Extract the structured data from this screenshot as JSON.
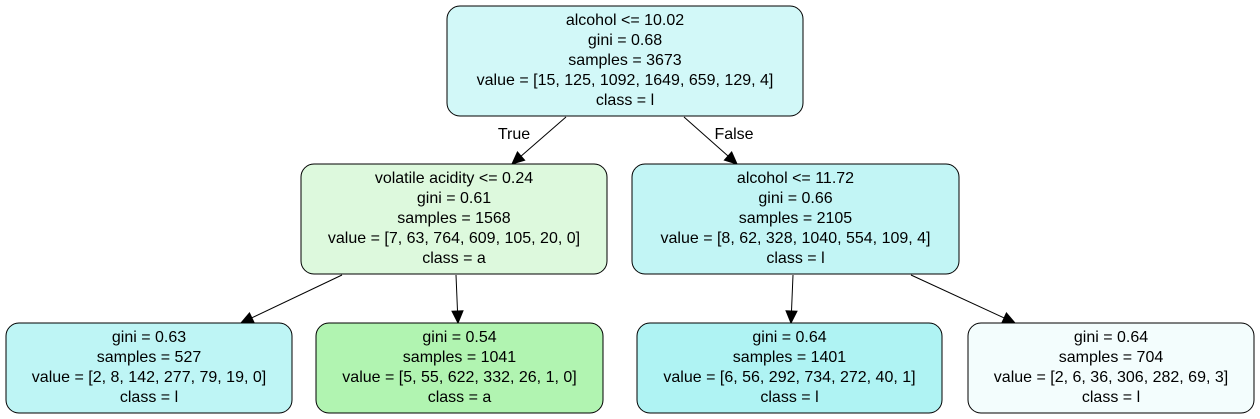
{
  "tree": {
    "nodes": [
      {
        "id": "root",
        "lines": [
          "alcohol <= 10.02",
          "gini = 0.68",
          "samples = 3673",
          "value = [15, 125, 1092, 1649, 659, 129, 4]",
          "class = l"
        ],
        "fill": "#d2f8f8"
      },
      {
        "id": "left",
        "lines": [
          "volatile acidity <= 0.24",
          "gini = 0.61",
          "samples = 1568",
          "value = [7, 63, 764, 609, 105, 20, 0]",
          "class = a"
        ],
        "fill": "#ddf9dd"
      },
      {
        "id": "right",
        "lines": [
          "alcohol <= 11.72",
          "gini = 0.66",
          "samples = 2105",
          "value = [8, 62, 328, 1040, 554, 109, 4]",
          "class = l"
        ],
        "fill": "#c2f5f5"
      },
      {
        "id": "ll",
        "lines": [
          "gini = 0.63",
          "samples = 527",
          "value = [2, 8, 142, 277, 79, 19, 0]",
          "class = l"
        ],
        "fill": "#bef5f5"
      },
      {
        "id": "lr",
        "lines": [
          "gini = 0.54",
          "samples = 1041",
          "value = [5, 55, 622, 332, 26, 1, 0]",
          "class = a"
        ],
        "fill": "#b1f4b1"
      },
      {
        "id": "rl",
        "lines": [
          "gini = 0.64",
          "samples = 1401",
          "value = [6, 56, 292, 734, 272, 40, 1]",
          "class = l"
        ],
        "fill": "#aff3f3"
      },
      {
        "id": "rr",
        "lines": [
          "gini = 0.64",
          "samples = 704",
          "value = [2, 6, 36, 306, 282, 69, 3]",
          "class = l"
        ],
        "fill": "#f3fdfd"
      }
    ],
    "edges": [
      {
        "from": "root",
        "to": "left",
        "label": "True"
      },
      {
        "from": "root",
        "to": "right",
        "label": "False"
      },
      {
        "from": "left",
        "to": "ll",
        "label": ""
      },
      {
        "from": "left",
        "to": "lr",
        "label": ""
      },
      {
        "from": "right",
        "to": "rl",
        "label": ""
      },
      {
        "from": "right",
        "to": "rr",
        "label": ""
      }
    ]
  }
}
